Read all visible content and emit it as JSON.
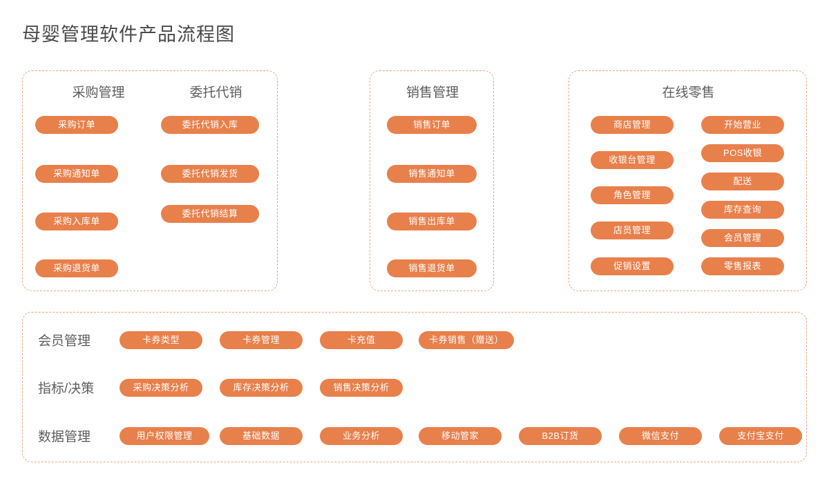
{
  "title": "母婴管理软件产品流程图",
  "colors": {
    "pill_fill": "#e8804b",
    "pill_text": "#ffffff",
    "panel_border": "#e9a57e",
    "heading_text": "#5d5d5d",
    "title_text": "#4a4a4a",
    "background": "#ffffff"
  },
  "panels": [
    {
      "id": "panel-procurement",
      "columns": [
        {
          "heading": "采购管理",
          "items": [
            "采购订单",
            "采购通知单",
            "采购入库单",
            "采购退货单"
          ]
        },
        {
          "heading": "委托代销",
          "items": [
            "委托代销入库",
            "委托代销发货",
            "委托代销结算"
          ]
        }
      ]
    },
    {
      "id": "panel-sales",
      "columns": [
        {
          "heading": "销售管理",
          "items": [
            "销售订单",
            "销售通知单",
            "销售出库单",
            "销售退货单"
          ]
        }
      ]
    },
    {
      "id": "panel-online-retail",
      "heading": "在线零售",
      "columns": [
        {
          "heading": "",
          "items": [
            "商店管理",
            "收银台管理",
            "角色管理",
            "店员管理",
            "促销设置"
          ]
        },
        {
          "heading": "",
          "items": [
            "开始营业",
            "POS收银",
            "配送",
            "库存查询",
            "会员管理",
            "零售报表"
          ]
        }
      ]
    }
  ],
  "bottom_panel": {
    "id": "panel-bottom",
    "rows": [
      {
        "label": "会员管理",
        "items": [
          "卡券类型",
          "卡券管理",
          "卡充值",
          "卡券销售（赠送）"
        ]
      },
      {
        "label": "指标/决策",
        "items": [
          "采购决策分析",
          "库存决策分析",
          "销售决策分析"
        ]
      },
      {
        "label": "数据管理",
        "items": [
          "用户权限管理",
          "基础数据",
          "业务分析",
          "移动管家",
          "B2B订货",
          "微信支付",
          "支付宝支付"
        ]
      }
    ]
  }
}
